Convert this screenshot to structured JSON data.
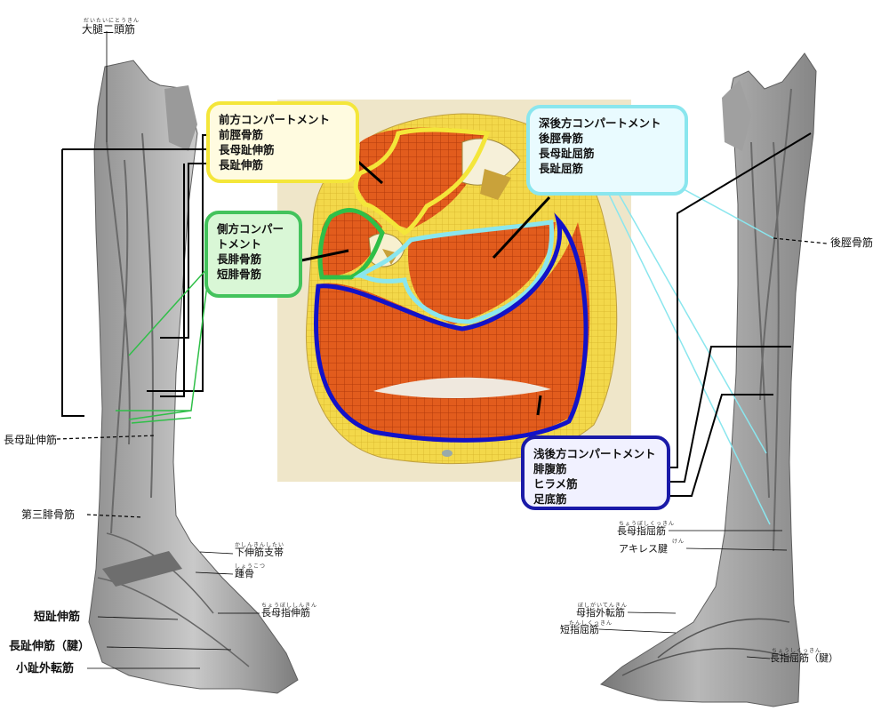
{
  "colors": {
    "anterior": "#f4e63a",
    "lateral": "#2fbf48",
    "deep_posterior": "#8ae6ee",
    "superficial_posterior": "#1212c8",
    "muscle": "#e05a1c",
    "fat": "#f2d640"
  },
  "compartments": {
    "anterior": {
      "title": "前方コンパートメント",
      "items": [
        "前脛骨筋",
        "長母趾伸筋",
        "長趾伸筋"
      ]
    },
    "lateral": {
      "title": "側方コンパートメント",
      "items": [
        "長腓骨筋",
        "短腓骨筋"
      ]
    },
    "deep_posterior": {
      "title": "深後方コンパートメント",
      "items": [
        "後脛骨筋",
        "長母趾屈筋",
        "長趾屈筋"
      ]
    },
    "superficial_posterior": {
      "title": "浅後方コンパートメント",
      "items": [
        "腓腹筋",
        "ヒラメ筋",
        "足底筋"
      ]
    }
  },
  "labels": {
    "biceps_femoris": "大腿二頭筋",
    "biceps_femoris_ruby": "だいたいにとうきん",
    "ehl_left": "長母趾伸筋",
    "peroneus_tertius": "第三腓骨筋",
    "inferior_extensor_retinaculum": "下伸筋支帯",
    "inferior_extensor_retinaculum_ruby": "かしんきんしたい",
    "talus": "踵骨",
    "talus_ruby": "しょうこつ",
    "ehl_tendon": "長母指伸筋",
    "ehl_tendon_ruby": "ちょうぼししんきん",
    "ext_dig_brevis": "短趾伸筋",
    "ext_dig_longus_tendon": "長趾伸筋（腱）",
    "abd_digiti_minimi": "小趾外転筋",
    "tibialis_posterior_right": "後脛骨筋",
    "fhl_right": "長母指屈筋",
    "fhl_right_ruby": "ちょうぼしくっきん",
    "achilles": "アキレス腱",
    "achilles_ruby": "けん",
    "abd_hallucis": "母指外転筋",
    "abd_hallucis_ruby": "ぼしがいてんきん",
    "flex_dig_brevis": "短指屈筋",
    "flex_dig_brevis_ruby": "たんしくっきん",
    "fdl_tendon": "長指屈筋（腱）",
    "fdl_tendon_ruby": "ちょうしくっきん"
  }
}
